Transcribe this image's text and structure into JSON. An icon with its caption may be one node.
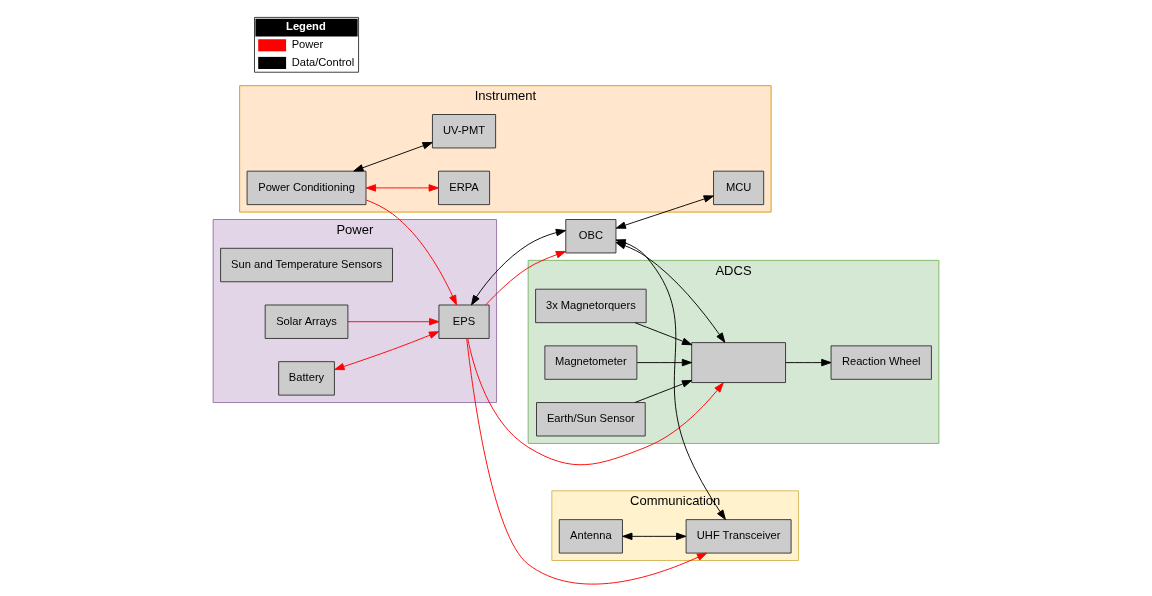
{
  "diagram": {
    "nodes": [
      {
        "text": [
          "Power"
        ]
      },
      {
        "text": [
          "Sun and Temperature Sensors"
        ],
        "in": 0
      },
      {
        "text": [
          "Solar Arrays"
        ],
        "in": 0
      },
      {
        "text": [
          "Battery"
        ],
        "in": 0
      },
      {
        "text": [
          "EPS"
        ],
        "in": 0
      },
      {
        "text": [
          "Instrument"
        ]
      },
      {
        "text": [
          "Power Conditioning"
        ],
        "in": 5
      },
      {
        "text": [
          "ERPA"
        ],
        "in": 5
      },
      {
        "text": [
          "MCU"
        ],
        "in": 5
      },
      {
        "text": [
          "UV-PMT"
        ],
        "in": 5
      },
      {
        "text": [
          "OBC"
        ]
      },
      {
        "text": [
          "ADCS"
        ]
      },
      {
        "text": [],
        "shape": "box",
        "in": 11
      },
      {
        "text": [
          "Magnetometer"
        ],
        "in": 11
      },
      {
        "text": [
          "Earth/Sun Sensor"
        ],
        "in": 11
      },
      {
        "text": [
          "Reaction Wheel"
        ],
        "in": 11
      },
      {
        "text": [
          "3x Magnetorquers"
        ],
        "in": 11
      },
      {
        "text": [
          "Communication"
        ]
      },
      {
        "text": [
          "Antenna"
        ],
        "in": 17
      },
      {
        "text": [
          "UHF Transceiver"
        ],
        "in": 17
      }
    ],
    "edges": [
      {
        "from": 2,
        "to": 4,
        "arrow": "to",
        "color": "#ff0000"
      },
      {
        "from": 3,
        "to": 4,
        "arrow": "both",
        "color": "#ff0000"
      },
      {
        "from": 6,
        "to": 4,
        "arrow": "to",
        "color": "#ff0000"
      },
      {
        "from": 6,
        "to": 7,
        "arrow": "both",
        "color": "#ff0000"
      },
      {
        "from": 6,
        "to": 9,
        "arrow": "both"
      },
      {
        "from": 10,
        "to": 8,
        "arrow": "both"
      },
      {
        "from": 4,
        "to": 10,
        "arrow": "to",
        "color": "#ff0000"
      },
      {
        "from": 4,
        "to": 10,
        "arrow": "both"
      },
      {
        "from": 4,
        "to": 19,
        "arrow": "to",
        "color": "#ff0000"
      },
      {
        "from": 10,
        "to": 19,
        "arrow": "both"
      },
      {
        "from": 10,
        "to": 12,
        "arrow": "both"
      },
      {
        "from": 4,
        "to": 12,
        "arrow": "to",
        "color": "#ff0000"
      },
      {
        "from": 13,
        "to": 12,
        "arrow": "to"
      },
      {
        "from": 14,
        "to": 12,
        "arrow": "to"
      },
      {
        "from": 12,
        "to": 15,
        "arrow": "to"
      },
      {
        "from": 16,
        "to": 12,
        "arrow": "to"
      },
      {
        "from": 18,
        "to": 19,
        "arrow": "both"
      }
    ],
    "labels": [
      "Legend"
    ],
    "legend": [
      {
        "text": "Power"
      },
      {
        "text": "Data/Control"
      }
    ]
  }
}
